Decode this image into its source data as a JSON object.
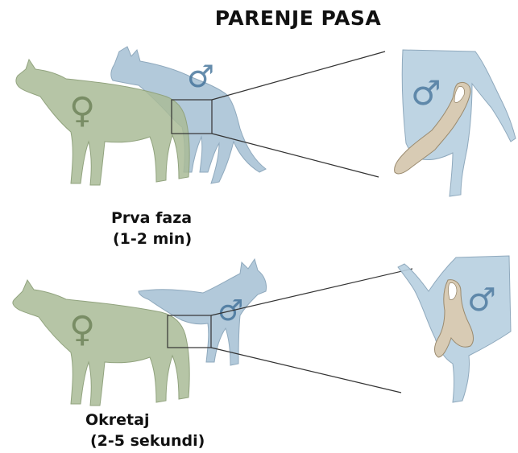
{
  "title": "PARENJE PASA",
  "stages": [
    {
      "caption_line1": "Prva faza",
      "caption_line2": "(1-2 min)"
    },
    {
      "caption_line1": "Okretaj",
      "caption_line2": "(2-5 sekundi)"
    }
  ],
  "symbols": {
    "female": "♀",
    "male": "♂"
  },
  "colors": {
    "female_dog": "#a9bb96",
    "male_dog": "#a5c0d4",
    "male_dog_inset": "#b7cfe0",
    "penis": "#d8cbb4",
    "symbol_female": "#6f8259",
    "symbol_male": "#3f6f97",
    "line": "#333333"
  }
}
